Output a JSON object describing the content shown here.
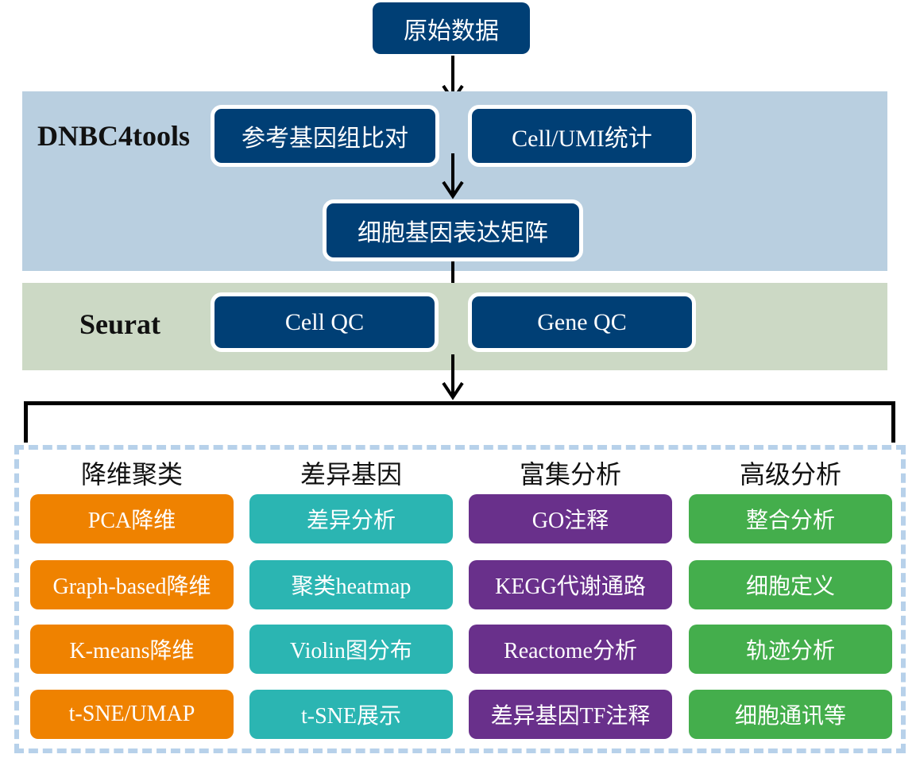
{
  "colors": {
    "navy": "#003f75",
    "band_blue": "#b9cfe0",
    "band_green": "#ccd9c5",
    "dash_border": "#b7d1ea",
    "orange": "#ef8200",
    "teal": "#2bb5b2",
    "purple": "#69308b",
    "green": "#44ae4c"
  },
  "top": {
    "raw_data": "原始数据"
  },
  "dnbc4tools": {
    "label": "DNBC4tools",
    "align": "参考基因组比对",
    "cell_umi": "Cell/UMI统计",
    "matrix": "细胞基因表达矩阵"
  },
  "seurat": {
    "label": "Seurat",
    "cell_qc": "Cell QC",
    "gene_qc": "Gene QC"
  },
  "analysis": {
    "columns": [
      {
        "title": "降维聚类",
        "color": "orange",
        "items": [
          "PCA降维",
          "Graph-based降维",
          "K-means降维",
          "t-SNE/UMAP"
        ]
      },
      {
        "title": "差异基因",
        "color": "teal",
        "items": [
          "差异分析",
          "聚类heatmap",
          "Violin图分布",
          "t-SNE展示"
        ]
      },
      {
        "title": "富集分析",
        "color": "purple",
        "items": [
          "GO注释",
          "KEGG代谢通路",
          "Reactome分析",
          "差异基因TF注释"
        ]
      },
      {
        "title": "高级分析",
        "color": "green",
        "items": [
          "整合分析",
          "细胞定义",
          "轨迹分析",
          "细胞通讯等"
        ]
      }
    ]
  }
}
